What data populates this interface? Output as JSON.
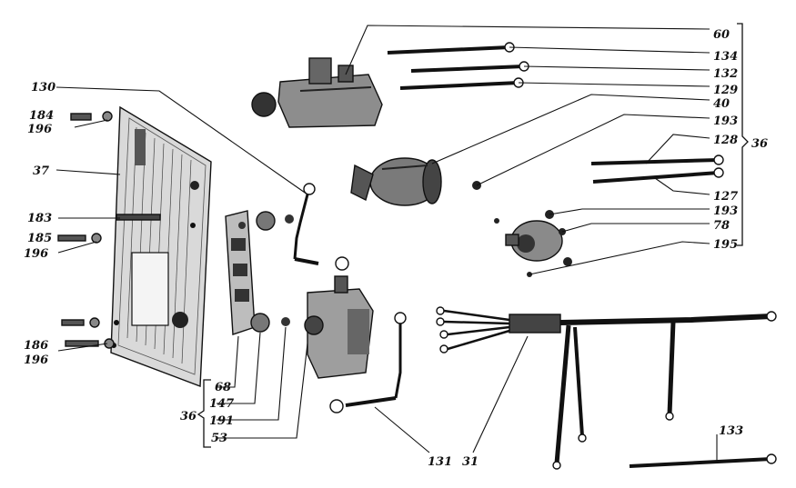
{
  "diagram": {
    "callouts": {
      "c60": "60",
      "c134": "134",
      "c132": "132",
      "c129": "129",
      "c40": "40",
      "c193a": "193",
      "c128": "128",
      "c36right": "36",
      "c127": "127",
      "c193b": "193",
      "c78": "78",
      "c195": "195",
      "c130": "130",
      "c184": "184",
      "c196a": "196",
      "c37": "37",
      "c183": "183",
      "c185": "185",
      "c196b": "196",
      "c186": "186",
      "c196c": "196",
      "c68": "68",
      "c147": "147",
      "c36bottom": "36",
      "c191": "191",
      "c53": "53",
      "c131": "131",
      "c31": "31",
      "c133": "133"
    }
  }
}
